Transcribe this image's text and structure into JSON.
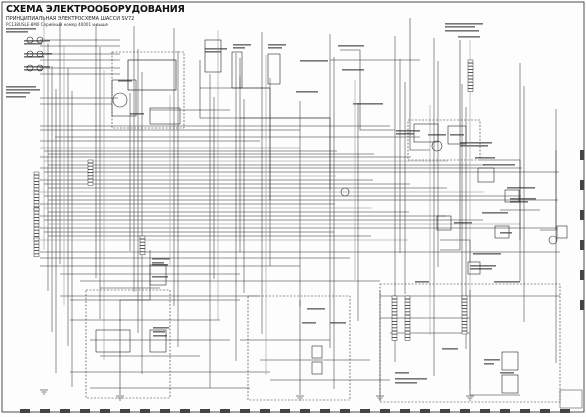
{
  "title": {
    "line1": "СХЕМА ЭЛЕКТРООБОРУДОВАНИЯ",
    "line2": "ПРИНЦИПИАЛЬНАЯ ЭЛЕКТРОСХЕМА ШАССИ SV72",
    "line3": "PC138USLE-8M0 Серийный номер 40001 и выше"
  },
  "colors": {
    "ink": "#2a2a2a",
    "ink_light": "#8a8a8a",
    "frame": "#222222",
    "paper": "#fdfdfd"
  }
}
